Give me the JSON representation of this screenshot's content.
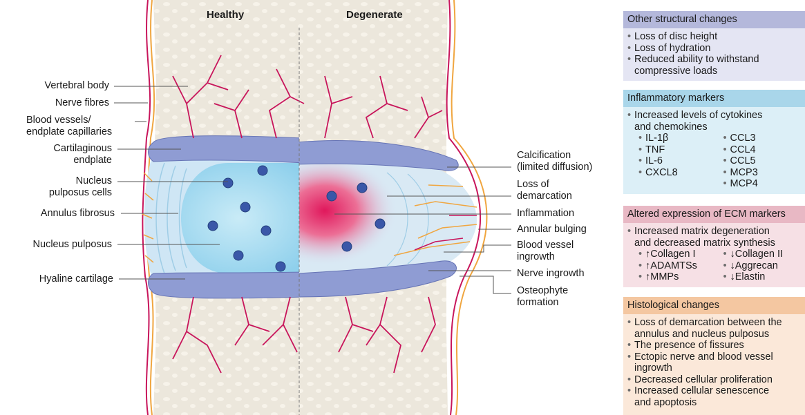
{
  "headings": {
    "healthy": "Healthy",
    "degenerate": "Degenerate"
  },
  "left_labels": {
    "vertebral_body": "Vertebral body",
    "nerve_fibres": "Nerve fibres",
    "blood_vessels_1": "Blood vessels/",
    "blood_vessels_2": "endplate capillaries",
    "cartilaginous_1": "Cartilaginous",
    "cartilaginous_2": "endplate",
    "np_cells_1": "Nucleus",
    "np_cells_2": "pulposus cells",
    "annulus_fibrosus": "Annulus fibrosus",
    "nucleus_pulposus": "Nucleus pulposus",
    "hyaline_cartilage": "Hyaline cartilage"
  },
  "right_labels": {
    "calcification_1": "Calcification",
    "calcification_2": "(limited diffusion)",
    "loss_1": "Loss of",
    "loss_2": "demarcation",
    "inflammation": "Inflammation",
    "annular_bulging": "Annular bulging",
    "blood_ingrowth_1": "Blood vessel",
    "blood_ingrowth_2": "ingrowth",
    "nerve_ingrowth": "Nerve ingrowth",
    "osteophyte_1": "Osteophyte",
    "osteophyte_2": "formation"
  },
  "panels": {
    "other": {
      "title": "Other structural changes",
      "items": [
        "Loss of disc height",
        "Loss of hydration",
        "Reduced ability to withstand",
        "compressive loads"
      ]
    },
    "inflammatory": {
      "title": "Inflammatory markers",
      "intro_1": "Increased levels of cytokines",
      "intro_2": "and chemokines",
      "col1": [
        "IL-1β",
        "TNF",
        "IL-6",
        "CXCL8"
      ],
      "col2": [
        "CCL3",
        "CCL4",
        "CCL5",
        "MCP3",
        "MCP4"
      ]
    },
    "ecm": {
      "title": "Altered expression of ECM markers",
      "intro_1": "Increased matrix degeneration",
      "intro_2": "and decreased matrix synthesis",
      "col1": [
        "↑Collagen I",
        "↑ADAMTSs",
        "↑MMPs"
      ],
      "col2": [
        "↓Collagen II",
        "↓Aggrecan",
        "↓Elastin"
      ]
    },
    "histological": {
      "title": "Histological changes",
      "items": [
        "Loss of demarcation between the",
        "annulus and nucleus pulposus",
        "The presence of fissures",
        "Ectopic nerve and blood vessel",
        "ingrowth",
        "Decreased cellular proliferation",
        "Increased cellular senescence",
        "and apoptosis"
      ]
    }
  },
  "colors": {
    "vessel": "#c8155b",
    "nerve": "#f0a640",
    "endplate": "#8f9cd3",
    "annulus": "#cfe6f5",
    "nucleus": "#a8dbf0",
    "inflammation": "#e0205f",
    "cell": "#3a57a8",
    "bone": "#ece7dc"
  }
}
